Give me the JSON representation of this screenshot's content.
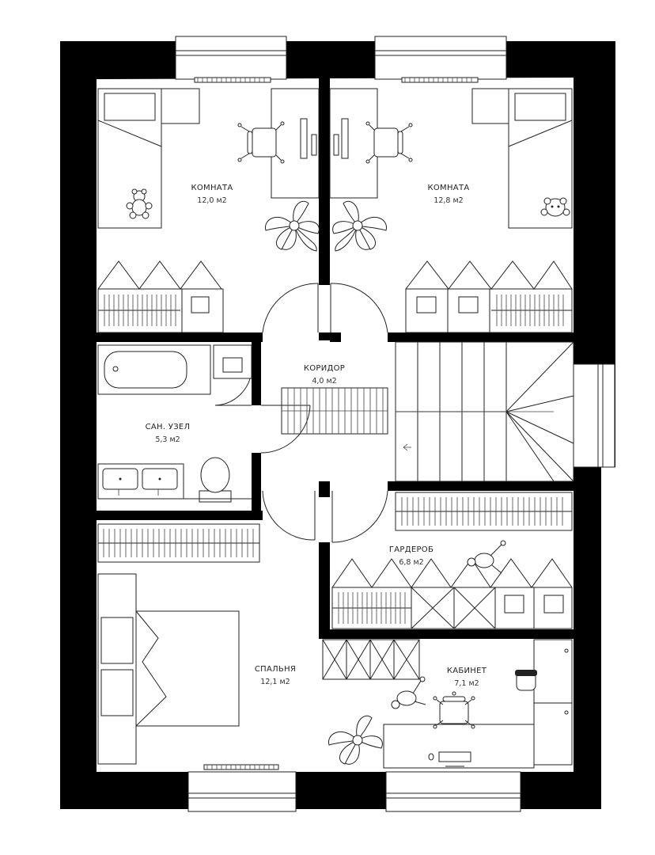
{
  "rooms": [
    {
      "id": "room-left",
      "name": "КОМНАТА",
      "area": "12,0 м2"
    },
    {
      "id": "room-right",
      "name": "КОМНАТА",
      "area": "12,8 м2"
    },
    {
      "id": "corridor",
      "name": "КОРИДОР",
      "area": "4,0 м2"
    },
    {
      "id": "bathroom",
      "name": "САН. УЗЕЛ",
      "area": "5,3 м2"
    },
    {
      "id": "wardrobe",
      "name": "ГАРДЕРОБ",
      "area": "6,8 м2"
    },
    {
      "id": "bedroom",
      "name": "СПАЛЬНЯ",
      "area": "12,1 м2"
    },
    {
      "id": "office",
      "name": "КАБИНЕТ",
      "area": "7,1 м2"
    }
  ],
  "colors": {
    "wall": "#000000",
    "line": "#222222",
    "background": "#ffffff"
  },
  "icons": [
    "bed-icon",
    "desk-icon",
    "chair-icon",
    "plant-icon",
    "teddy-bear-icon",
    "bathtub-icon",
    "sink-icon",
    "toilet-icon",
    "stairs-icon",
    "wardrobe-icon",
    "door-icon",
    "window-icon",
    "radiator-icon",
    "laptop-icon",
    "person-icon"
  ]
}
